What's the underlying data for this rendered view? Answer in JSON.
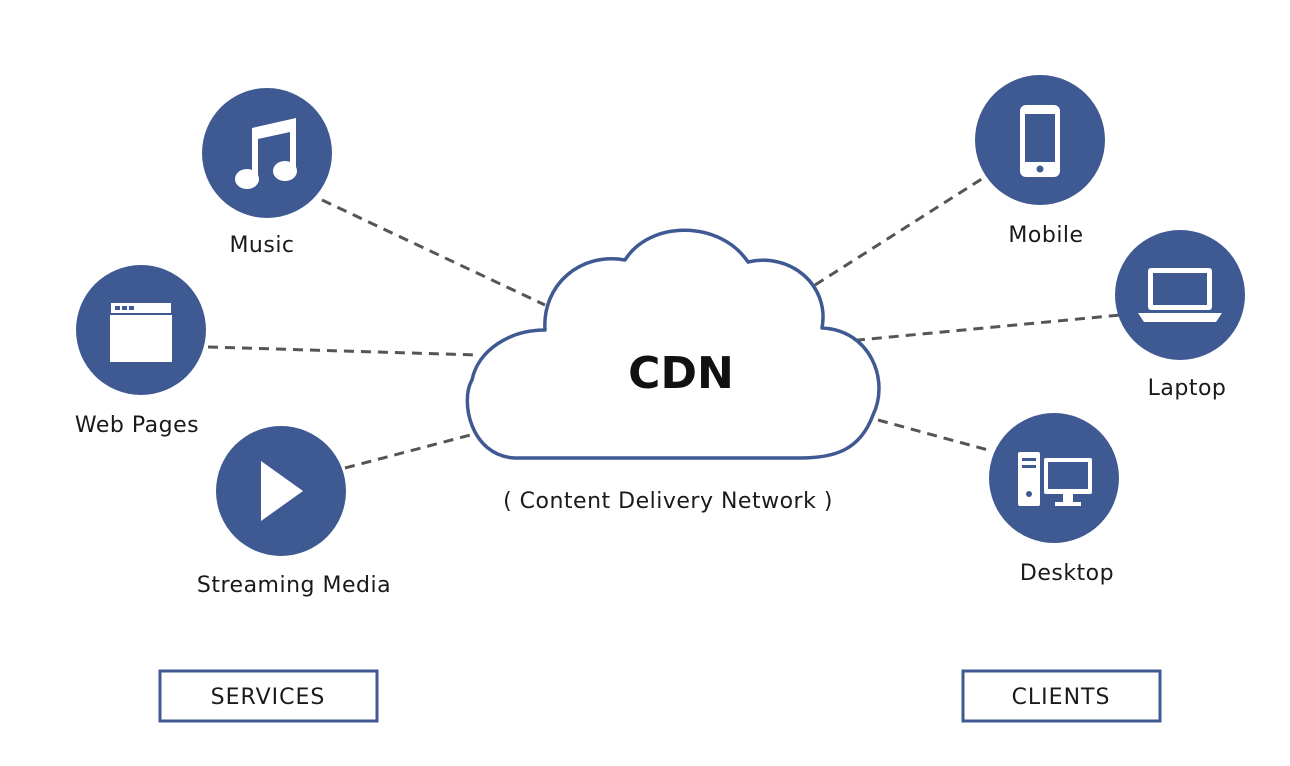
{
  "cdn": {
    "title": "CDN",
    "subtitle": "( Content Delivery Network )"
  },
  "services": {
    "heading": "SERVICES",
    "items": [
      {
        "label": "Music",
        "icon": "music-note-icon"
      },
      {
        "label": "Web Pages",
        "icon": "browser-window-icon"
      },
      {
        "label": "Streaming Media",
        "icon": "play-icon"
      }
    ]
  },
  "clients": {
    "heading": "CLIENTS",
    "items": [
      {
        "label": "Mobile",
        "icon": "mobile-phone-icon"
      },
      {
        "label": "Laptop",
        "icon": "laptop-icon"
      },
      {
        "label": "Desktop",
        "icon": "desktop-computer-icon"
      }
    ]
  },
  "colors": {
    "node_fill": "#3f5a93",
    "cloud_stroke": "#3f5a93",
    "icon_fill": "#ffffff",
    "line": "#555555"
  }
}
